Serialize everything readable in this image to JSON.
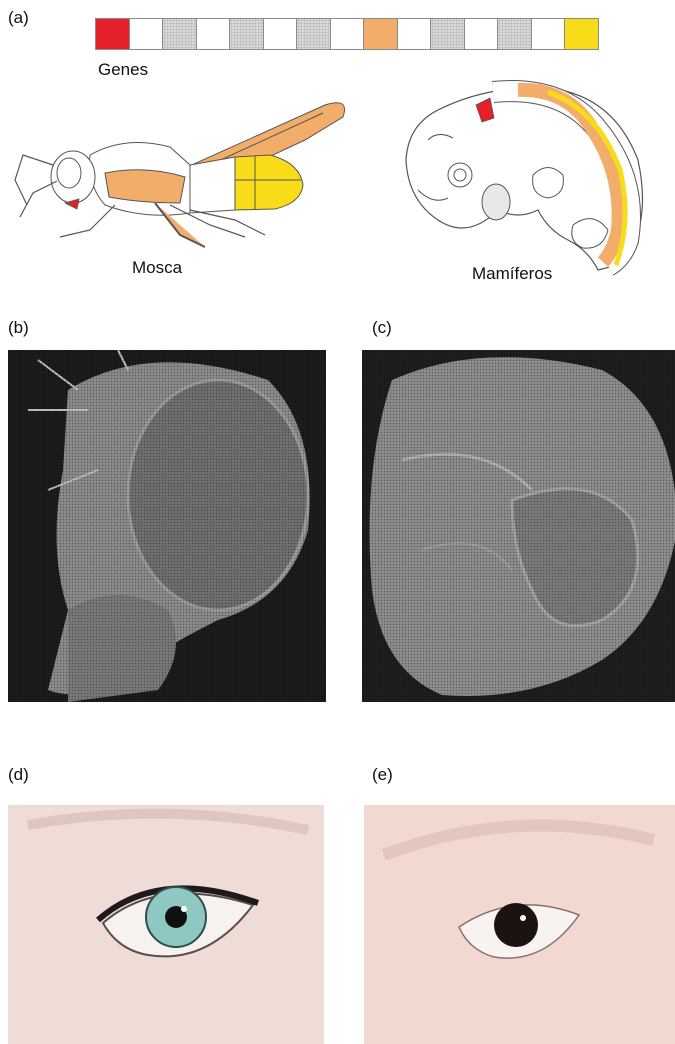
{
  "panel_labels": {
    "a": "(a)",
    "b": "(b)",
    "c": "(c)",
    "d": "(d)",
    "e": "(e)"
  },
  "genes_label": "Genes",
  "fly_label": "Mosca",
  "mammal_label": "Mamíferos",
  "gene_boxes": [
    "red",
    "white",
    "gray",
    "white",
    "gray",
    "white",
    "gray",
    "white",
    "orange",
    "white",
    "gray",
    "white",
    "gray",
    "white",
    "yellow"
  ],
  "colors": {
    "red": "#e4202a",
    "orange": "#f2ad6b",
    "yellow": "#f8dc1a",
    "gray": "#d9d9d9"
  }
}
